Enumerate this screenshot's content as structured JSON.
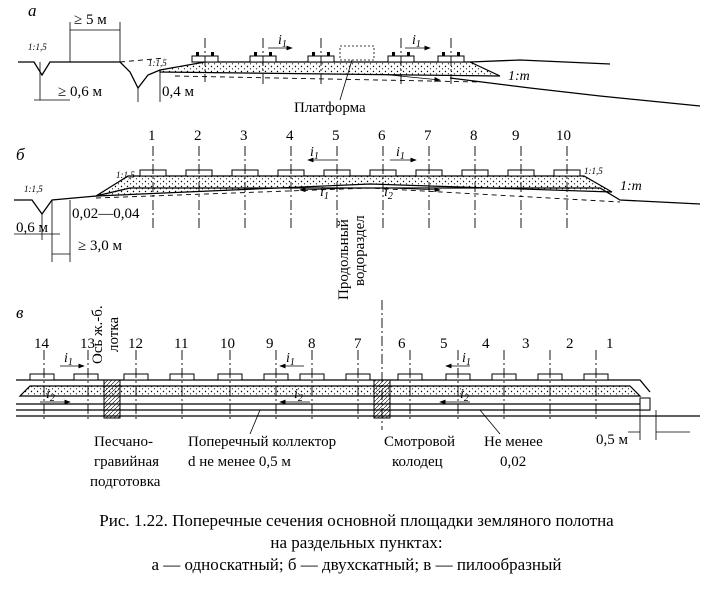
{
  "section_a": {
    "letter": "а",
    "dim_width": "≥ 5 м",
    "dim_depth": "≥ 0,6 м",
    "dim_offset": "0,4 м",
    "platform_label": "Платформа",
    "slope_left": "1:1,5",
    "slope_right": "1:m",
    "grade": "i",
    "grade_sub": "1"
  },
  "section_b": {
    "letter": "б",
    "track_numbers": [
      "1",
      "2",
      "3",
      "4",
      "5",
      "6",
      "7",
      "8",
      "9",
      "10"
    ],
    "dim_depth": "0,6 м",
    "dim_slope_range": "0,02—0,04",
    "dim_width": "≥ 3,0 м",
    "divide_label_1": "Продольный",
    "divide_label_2": "водораздел",
    "slope_left": "1:1,5",
    "slope_right": "1:m",
    "grade": "i",
    "grade_sub_1": "1",
    "grade_sub_2": "2"
  },
  "section_c": {
    "letter": "в",
    "track_numbers": [
      "14",
      "13",
      "12",
      "11",
      "10",
      "9",
      "8",
      "7",
      "6",
      "5",
      "4",
      "3",
      "2",
      "1"
    ],
    "axis_label_1": "Ось ж.-б.",
    "axis_label_2": "лотка",
    "label_sand_1": "Песчано-",
    "label_sand_2": "гравийная",
    "label_sand_3": "подготовка",
    "label_collector_1": "Поперечный коллектор",
    "label_collector_2": "d не менее 0,5 м",
    "label_well_1": "Смотровой",
    "label_well_2": "колодец",
    "label_min_1": "Не менее",
    "label_min_2": "0,02",
    "dim_offset": "0,5 м",
    "grade": "i",
    "grade_sub_1": "1",
    "grade_sub_2": "2"
  },
  "caption": {
    "line1": "Рис. 1.22. Поперечные сечения основной площадки земляного полотна",
    "line2": "на раздельных пунктах:",
    "line3": "а — односкатный; б — двухскатный; в — пилообразный"
  }
}
